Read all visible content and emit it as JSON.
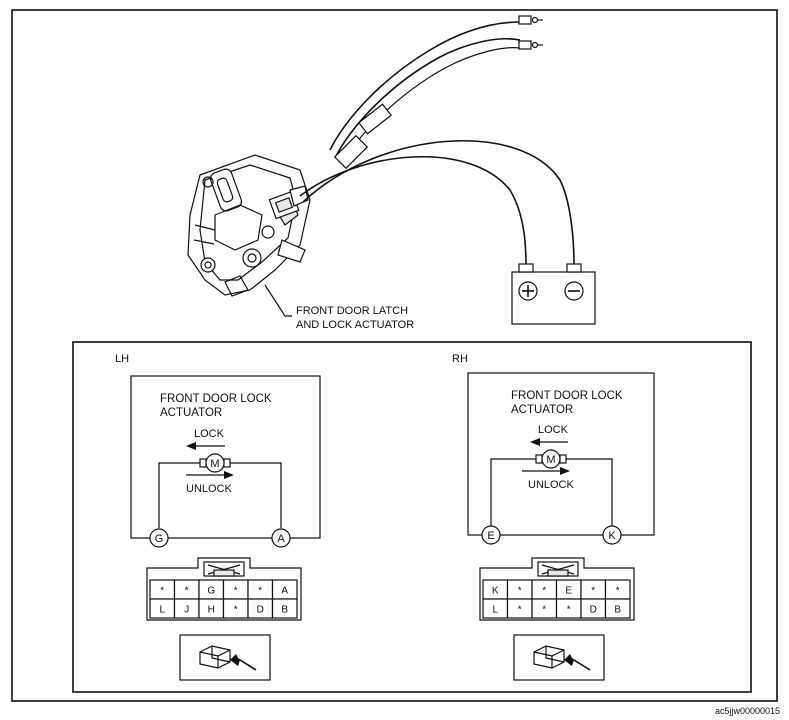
{
  "actuator_label": [
    "FRONT DOOR LATCH",
    "AND LOCK ACTUATOR"
  ],
  "battery": {
    "positive": "+",
    "negative": "−"
  },
  "lh": {
    "side": "LH",
    "title": [
      "FRONT DOOR LOCK",
      "ACTUATOR"
    ],
    "lock": "LOCK",
    "unlock": "UNLOCK",
    "motor": "M",
    "term_left": "G",
    "term_right": "A",
    "connector_top": [
      "*",
      "*",
      "G",
      "*",
      "*",
      "A"
    ],
    "connector_bottom": [
      "L",
      "J",
      "H",
      "*",
      "D",
      "B"
    ]
  },
  "rh": {
    "side": "RH",
    "title": [
      "FRONT DOOR LOCK",
      "ACTUATOR"
    ],
    "lock": "LOCK",
    "unlock": "UNLOCK",
    "motor": "M",
    "term_left": "E",
    "term_right": "K",
    "connector_top": [
      "K",
      "*",
      "*",
      "E",
      "*",
      "*"
    ],
    "connector_bottom": [
      "L",
      "*",
      "*",
      "*",
      "D",
      "B"
    ]
  },
  "figure_id": "ac5jjw00000015"
}
